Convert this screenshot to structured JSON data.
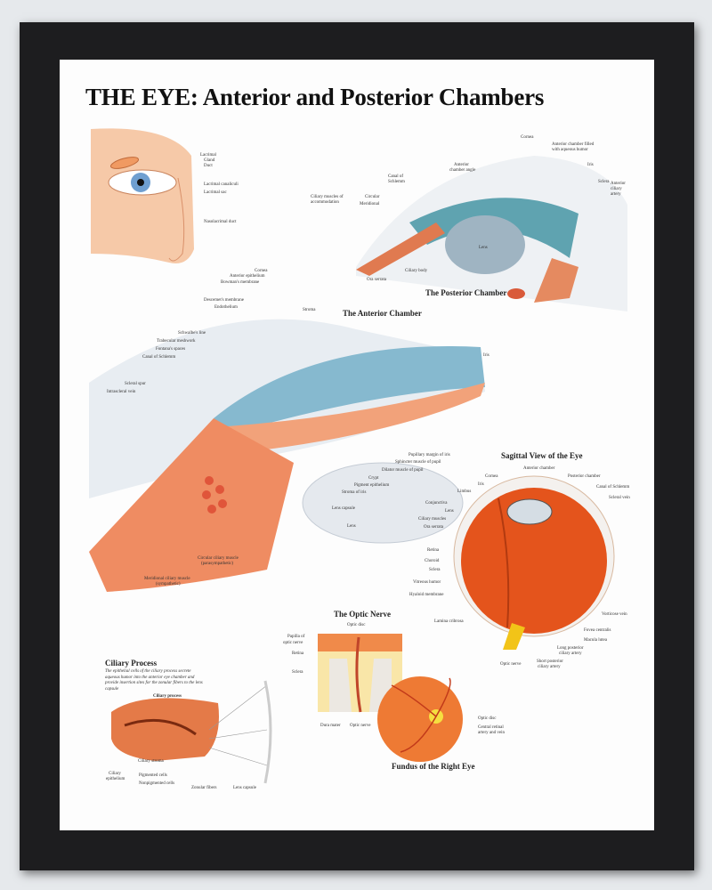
{
  "title": "THE EYE: Anterior and Posterior Chambers",
  "face": {
    "labels": [
      "Lacrimal",
      "Gland",
      "Duct",
      "Lacrimal canaliculi",
      "Lacrimal sac",
      "Nasolacrimal duct"
    ]
  },
  "posterior": {
    "title": "The Posterior Chamber",
    "labels": [
      "Cornea",
      "Anterior chamber filled",
      "with aqueous humor",
      "Iris",
      "Sclera",
      "Anterior",
      "ciliary",
      "artery",
      "Anterior",
      "chamber angle",
      "Canal of",
      "Schlemm",
      "Ciliary muscles of",
      "accommodation",
      "Circular",
      "Meridional",
      "Lens",
      "Ciliary body",
      "Ora serrata"
    ]
  },
  "anterior": {
    "title": "The Anterior Chamber",
    "labels": [
      "Cornea",
      "Anterior epithelium",
      "Bowman's membrane",
      "Descemet's membrane",
      "Endothelium",
      "Stroma",
      "Iris",
      "Schwalbe's line",
      "Trabecular meshwork",
      "Fontana's spaces",
      "Canal of Schlemm",
      "Scleral spur",
      "Intrascleral vein",
      "Pupillary margin of iris",
      "Sphincter muscle of pupil",
      "Dilator muscle of pupil",
      "Crypt",
      "Pigment epithelium",
      "Stroma of iris",
      "Lens capsule",
      "Lens",
      "Circular ciliary muscle",
      "(parasympathetic)",
      "Meridional ciliary muscle",
      "(sympathetic)"
    ]
  },
  "sagittal": {
    "title": "Sagittal View of the Eye",
    "labels": [
      "Anterior chamber",
      "Cornea",
      "Posterior chamber",
      "Iris",
      "Canal of Schlemm",
      "Limbus",
      "Scleral vein",
      "Conjunctiva",
      "Lens",
      "Ciliary muscles",
      "Ora serrata",
      "Retina",
      "Choroid",
      "Sclera",
      "Vitreous humor",
      "Hyaloid membrane",
      "Lamina cribrosa",
      "Vorticose vein",
      "Fovea centralis",
      "Macula lutea",
      "Long posterior",
      "ciliary artery",
      "Optic nerve",
      "Short posterior",
      "ciliary artery"
    ]
  },
  "optic": {
    "title": "The Optic Nerve",
    "labels": [
      "Optic disc",
      "Papilla of",
      "optic nerve",
      "Retina",
      "Sclera",
      "Dura mater",
      "Optic nerve",
      "Optic disc",
      "Central retinal",
      "artery and vein"
    ]
  },
  "fundus": {
    "title": "Fundus of the Right Eye"
  },
  "ciliary": {
    "title": "Ciliary Process",
    "description": "The epithelial cells of the ciliary process secrete aqueous humor into the anterior eye chamber and provide insertion sites for the zonular fibers to the lens capsule",
    "labels": [
      "Ciliary process",
      "Ciliary stroma",
      "Ciliary",
      "epithelium",
      "Pigmented cells",
      "Nonpigmented cells",
      "Zonular fibers",
      "Lens capsule"
    ]
  }
}
